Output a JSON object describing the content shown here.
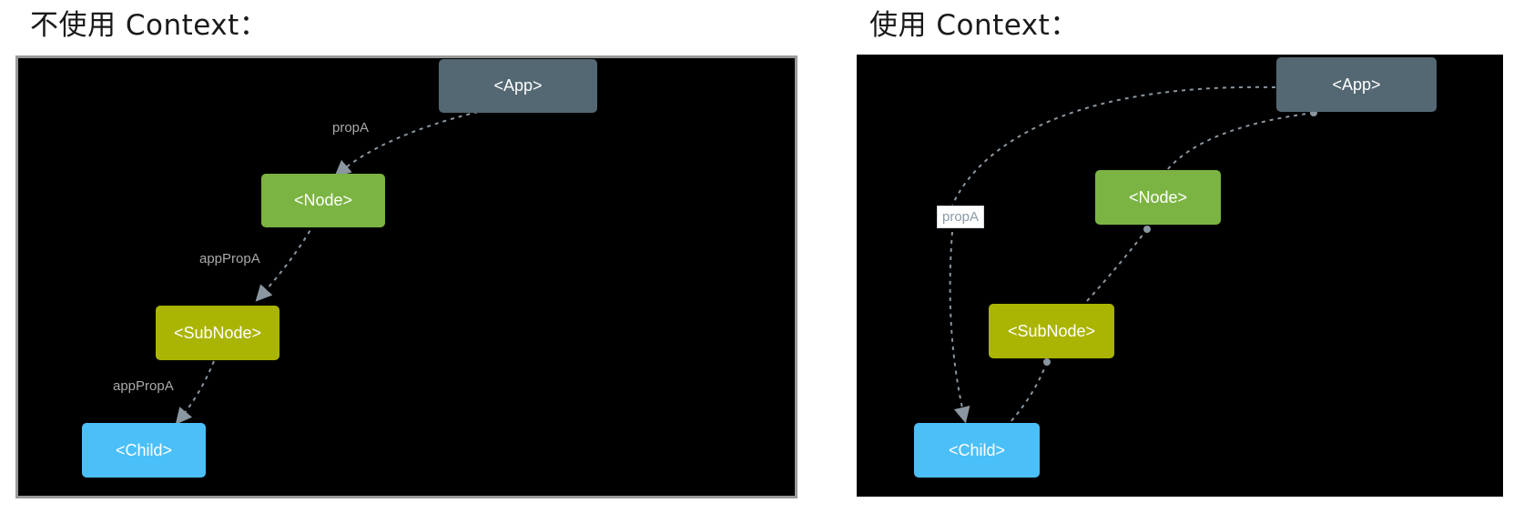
{
  "headings": {
    "without_context": "不使用 Context：",
    "with_context": "使用 Context："
  },
  "colors": {
    "app": "#546873",
    "node": "#7bb443",
    "subnode": "#aab402",
    "child": "#4bbff7",
    "edge": "#8a96a0",
    "panel_background": "#000000"
  },
  "left_diagram": {
    "nodes": {
      "app": "<App>",
      "node": "<Node>",
      "subnode": "<SubNode>",
      "child": "<Child>"
    },
    "edge_labels": {
      "app_to_node": "propA",
      "node_to_subnode": "appPropA",
      "subnode_to_child": "appPropA"
    }
  },
  "right_diagram": {
    "nodes": {
      "app": "<App>",
      "node": "<Node>",
      "subnode": "<SubNode>",
      "child": "<Child>"
    },
    "edge_labels": {
      "app_to_child": "propA"
    }
  }
}
